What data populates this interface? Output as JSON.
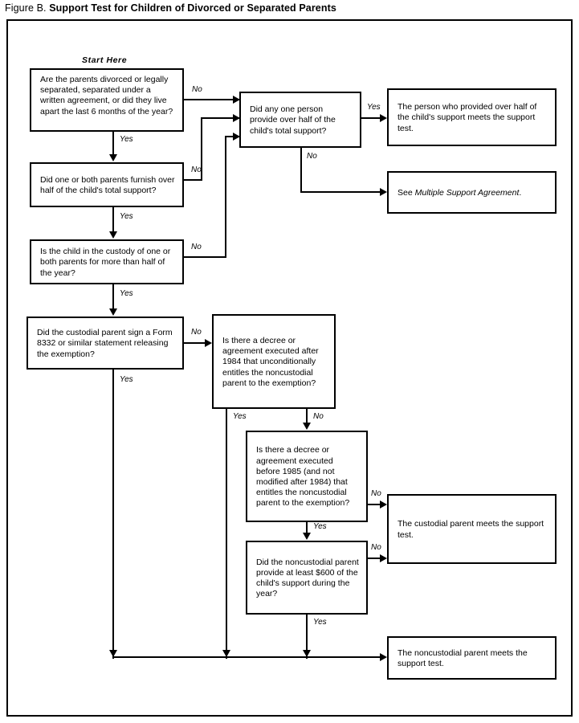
{
  "figure": {
    "label": "Figure B.",
    "title": "Support Test for Children of Divorced or Separated Parents"
  },
  "start_label": "Start Here",
  "nodes": {
    "q1_parents_divorced": "Are the parents divorced or legally separated, separated under a written agreement, or did they live apart the last 6 months of the year?",
    "q2_parents_furnish": "Did one or both parents furnish over half of the child's total support?",
    "q3_custody": "Is the child in the custody of one or both parents for more than half of the year?",
    "q4_form_8332": "Did the custodial parent sign a Form 8332 or similar statement releasing the exemption?",
    "q5_any_one_person": "Did any one person provide over half of the child's total support?",
    "q6_decree_after_1984": "Is there a decree or agreement executed after 1984 that unconditionally entitles the noncustodial parent to the exemption?",
    "q7_decree_before_1985": "Is there a decree or agreement executed before 1985 (and not modified after 1984) that entitles the noncustodial parent to the exemption?",
    "q8_600_support": "Did the noncustodial parent provide at least $600 of the child's support during the year?",
    "r_person_meets": "The person who provided over half of the child's support meets the support test.",
    "r_multiple_support_prefix": "See ",
    "r_multiple_support_italic": "Multiple Support Agreement",
    "r_multiple_support_suffix": ".",
    "r_custodial_meets": "The custodial parent meets the support test.",
    "r_noncustodial_meets": "The noncustodial parent meets the support test."
  },
  "edge_labels": {
    "q1_no": "No",
    "q1_yes": "Yes",
    "q2_no": "No",
    "q2_yes": "Yes",
    "q3_no": "No",
    "q3_yes": "Yes",
    "q4_no": "No",
    "q4_yes": "Yes",
    "q5_yes": "Yes",
    "q5_no": "No",
    "q6_yes": "Yes",
    "q6_no": "No",
    "q7_no": "No",
    "q7_yes": "Yes",
    "q8_no": "No",
    "q8_yes": "Yes"
  },
  "colors": {
    "ink": "#000000",
    "paper": "#ffffff"
  }
}
